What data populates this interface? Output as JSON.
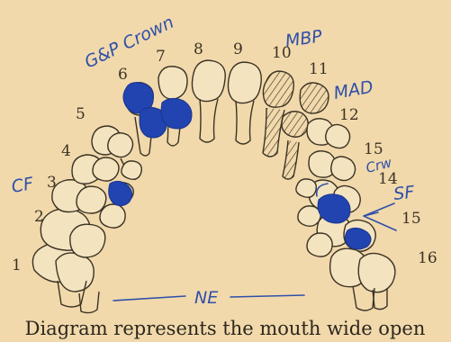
{
  "tooth_numbers": {
    "n1": "1",
    "n2": "2",
    "n3": "3",
    "n4": "4",
    "n5": "5",
    "n6": "6",
    "n7": "7",
    "n8": "8",
    "n9": "9",
    "n10": "10",
    "n11": "11",
    "n12": "12",
    "n13": "15",
    "n14": "14",
    "n15": "15",
    "n16": "16"
  },
  "annotations": {
    "gp_crown": "G&P Crown",
    "mbp": "MBP",
    "mad": "MAD",
    "cf": "CF",
    "sf": "SF",
    "crw": "Crw",
    "ne": "NE"
  },
  "caption": "Diagram represents the mouth wide open",
  "colors": {
    "paper": "#f1d9ac",
    "ink": "#3c3324",
    "pen_blue": "#2f4fa8",
    "fill_blue": "#2244b0"
  }
}
